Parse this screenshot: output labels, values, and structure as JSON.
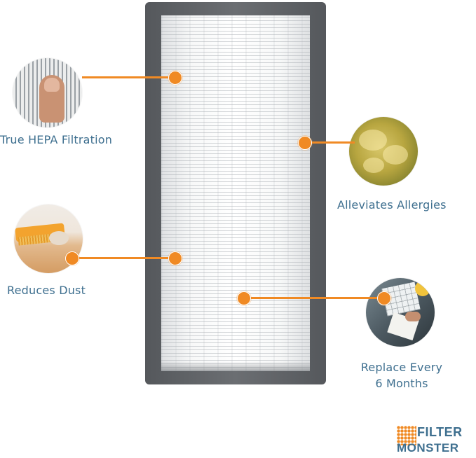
{
  "features": {
    "hepa": {
      "label": "True HEPA Filtration",
      "icon": "hepa-pleats-photo"
    },
    "allergies": {
      "label": "Alleviates Allergies",
      "icon": "pollen-photo"
    },
    "dust": {
      "label": "Reduces Dust",
      "icon": "dust-broom-photo"
    },
    "replace": {
      "line1": "Replace Every",
      "line2": "6 Months",
      "icon": "calendar-photo"
    }
  },
  "brand": {
    "logo_word1": "FILTER",
    "logo_word2": "MONSTER",
    "accent_color": "#f08a24",
    "text_color": "#3e6f8f"
  }
}
